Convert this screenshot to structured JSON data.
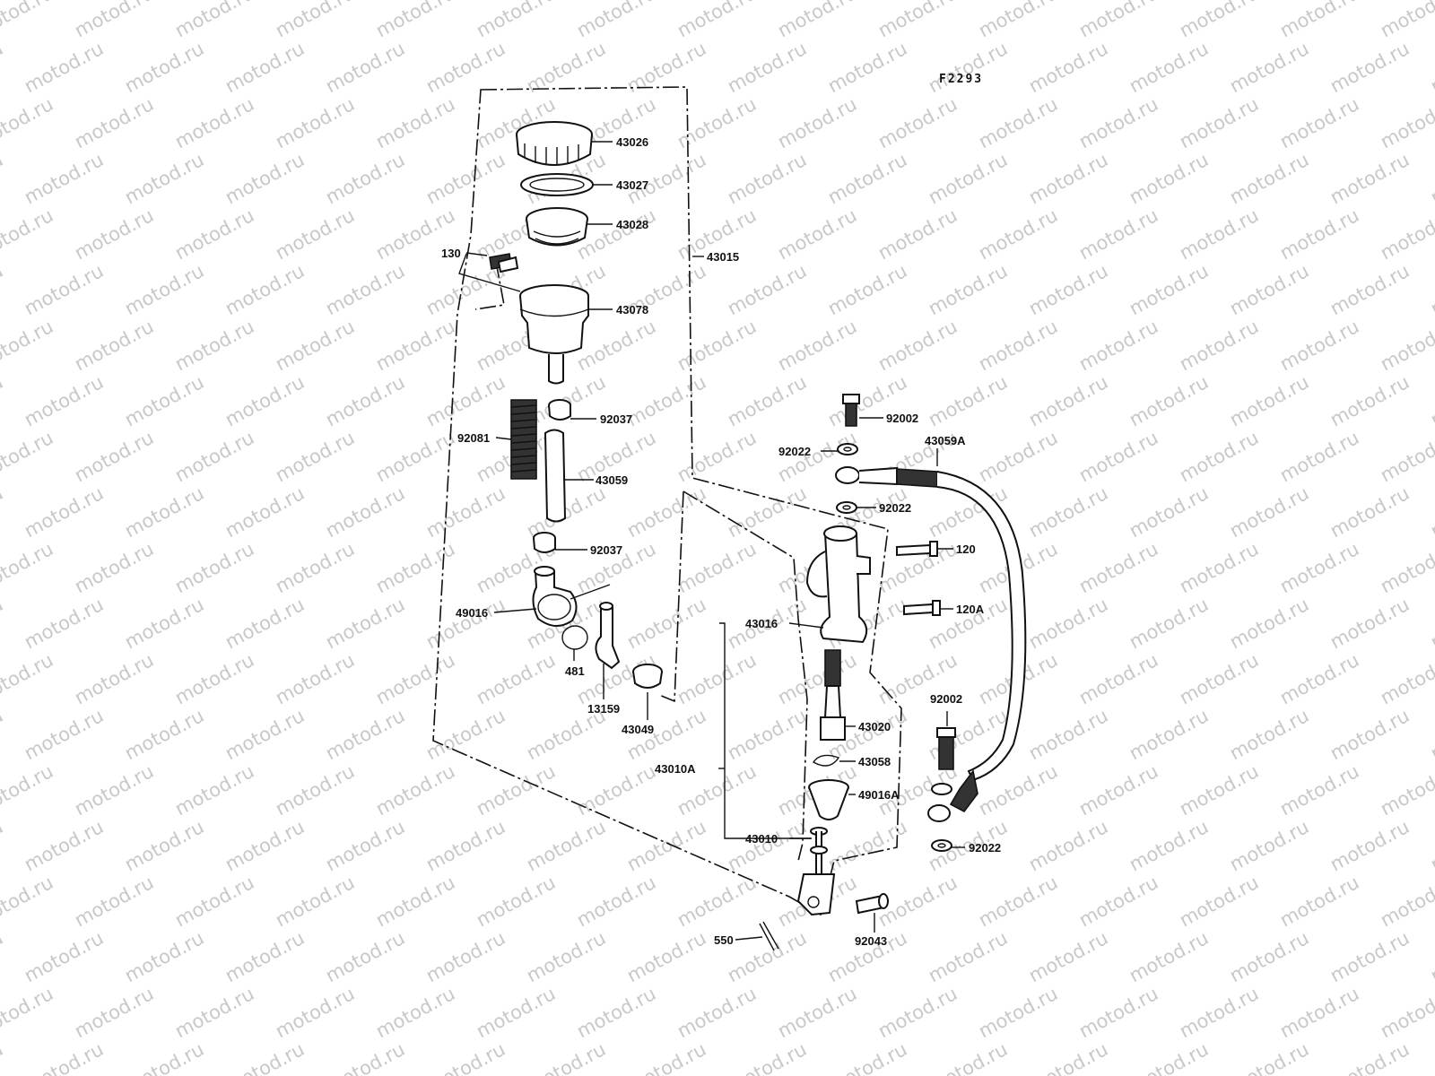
{
  "figure_code": "F2293",
  "watermark_text": "motod.ru",
  "colors": {
    "line": "#111111",
    "watermark": "#c8c8c8",
    "background": "#ffffff"
  },
  "parts": [
    {
      "id": "p43026",
      "number": "43026"
    },
    {
      "id": "p43027",
      "number": "43027"
    },
    {
      "id": "p43028",
      "number": "43028"
    },
    {
      "id": "p130",
      "number": "130"
    },
    {
      "id": "p43015",
      "number": "43015"
    },
    {
      "id": "p43078",
      "number": "43078"
    },
    {
      "id": "p92037a",
      "number": "92037"
    },
    {
      "id": "p92081",
      "number": "92081"
    },
    {
      "id": "p43059",
      "number": "43059"
    },
    {
      "id": "p92037b",
      "number": "92037"
    },
    {
      "id": "p49016",
      "number": "49016"
    },
    {
      "id": "p481",
      "number": "481"
    },
    {
      "id": "p13159",
      "number": "13159"
    },
    {
      "id": "p43049",
      "number": "43049"
    },
    {
      "id": "p92002a",
      "number": "92002"
    },
    {
      "id": "p92022a",
      "number": "92022"
    },
    {
      "id": "p43059A",
      "number": "43059A"
    },
    {
      "id": "p92022b",
      "number": "92022"
    },
    {
      "id": "p120",
      "number": "120"
    },
    {
      "id": "p120A",
      "number": "120A"
    },
    {
      "id": "p43016",
      "number": "43016"
    },
    {
      "id": "p43020",
      "number": "43020"
    },
    {
      "id": "p43010A",
      "number": "43010A"
    },
    {
      "id": "p43058",
      "number": "43058"
    },
    {
      "id": "p49016A",
      "number": "49016A"
    },
    {
      "id": "p43010",
      "number": "43010"
    },
    {
      "id": "p92002b",
      "number": "92002"
    },
    {
      "id": "p92022c",
      "number": "92022"
    },
    {
      "id": "p550",
      "number": "550"
    },
    {
      "id": "p92043",
      "number": "92043"
    }
  ]
}
